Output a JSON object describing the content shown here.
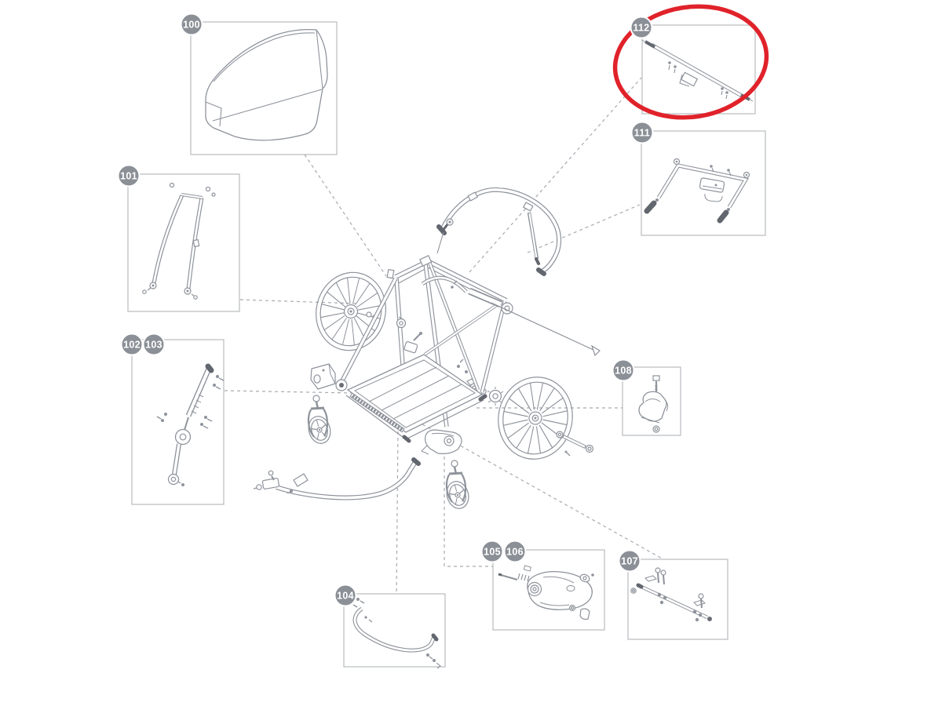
{
  "diagram": {
    "type": "exploded-parts-diagram",
    "background_color": "#ffffff",
    "line_color": "#8e939b",
    "box_border_color": "#bcbfc4",
    "connector_color": "#a6aab0",
    "badge_fill": "#8b9097",
    "badge_text_color": "#ffffff",
    "highlight": {
      "color": "#e0222a",
      "part": "112"
    },
    "parts": [
      {
        "label": "100",
        "highlighted": false
      },
      {
        "label": "101",
        "highlighted": false
      },
      {
        "label": "102",
        "highlighted": false
      },
      {
        "label": "103",
        "highlighted": false
      },
      {
        "label": "104",
        "highlighted": false
      },
      {
        "label": "105",
        "highlighted": false
      },
      {
        "label": "106",
        "highlighted": false
      },
      {
        "label": "107",
        "highlighted": false
      },
      {
        "label": "108",
        "highlighted": false
      },
      {
        "label": "111",
        "highlighted": false
      },
      {
        "label": "112",
        "highlighted": true
      }
    ]
  }
}
